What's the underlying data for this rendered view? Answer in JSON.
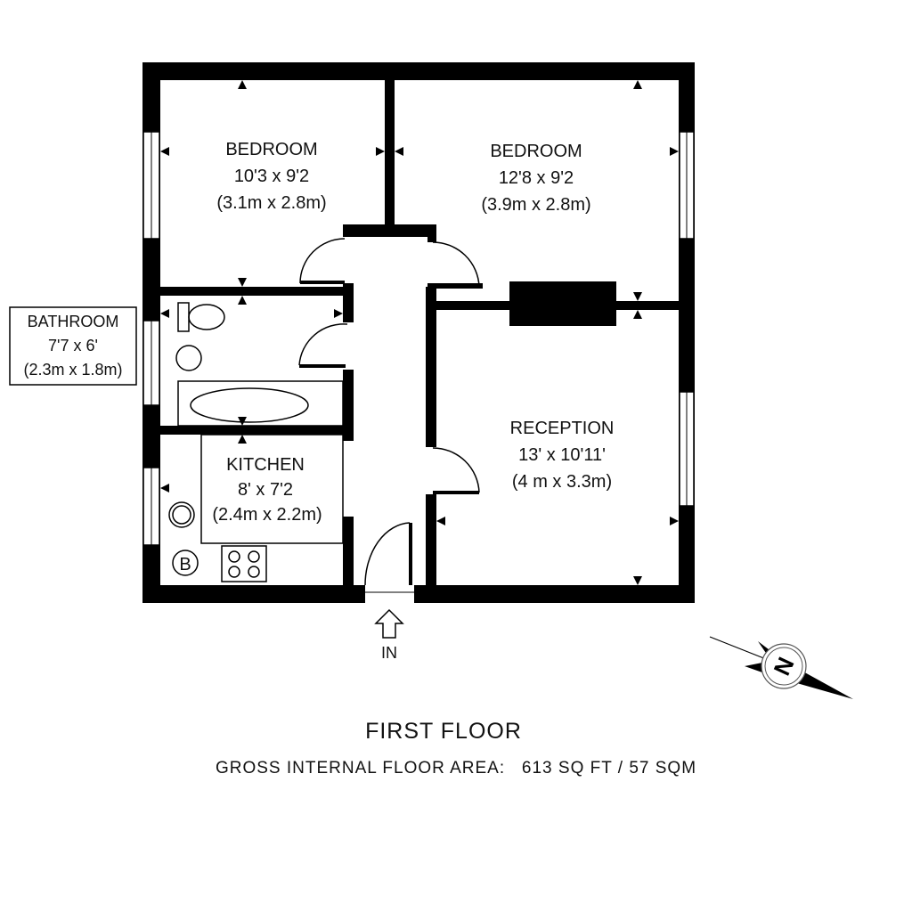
{
  "rooms": {
    "bedroom1": {
      "name": "BEDROOM",
      "imperial": "10'3 x 9'2",
      "metric": "(3.1m x 2.8m)"
    },
    "bedroom2": {
      "name": "BEDROOM",
      "imperial": "12'8 x 9'2",
      "metric": "(3.9m x 2.8m)"
    },
    "bathroom": {
      "name": "BATHROOM",
      "imperial": "7'7 x 6'",
      "metric": "(2.3m x 1.8m)"
    },
    "kitchen": {
      "name": "KITCHEN",
      "imperial": "8' x 7'2",
      "metric": "(2.4m x 2.2m)"
    },
    "reception": {
      "name": "RECEPTION",
      "imperial": "13' x 10'11'",
      "metric": "(4 m x 3.3m)"
    }
  },
  "entrance_label": "IN",
  "boiler_label": "B",
  "compass_label": "N",
  "floor_title": "FIRST FLOOR",
  "area_text": "GROSS INTERNAL FLOOR AREA:   613 SQ FT / 57 SQM"
}
